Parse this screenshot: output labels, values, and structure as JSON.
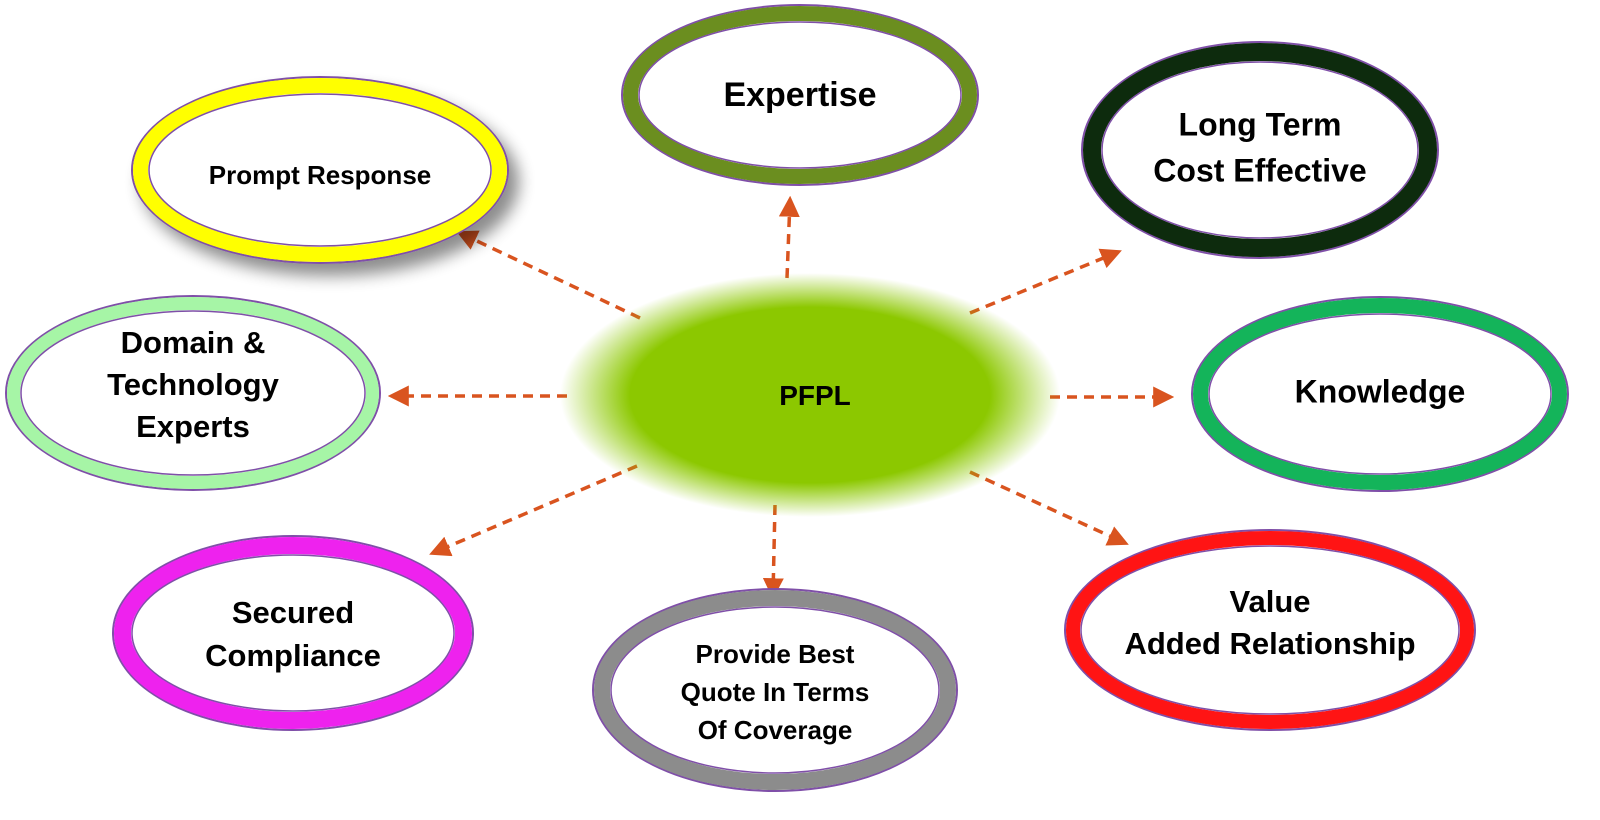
{
  "hub": {
    "label": "PFPL",
    "color": "#8cc800"
  },
  "arrow_color": "#d9541f",
  "nodes": [
    {
      "id": "expertise",
      "lines": [
        "Expertise"
      ],
      "ring_color": "#6b8e1f"
    },
    {
      "id": "long-term-cost-effective",
      "lines": [
        "Long Term",
        "Cost Effective"
      ],
      "ring_color": "#0d2b0d"
    },
    {
      "id": "knowledge",
      "lines": [
        "Knowledge"
      ],
      "ring_color": "#14b45a"
    },
    {
      "id": "value-added-relationship",
      "lines": [
        "Value",
        "Added Relationship"
      ],
      "ring_color": "#ff1414"
    },
    {
      "id": "provide-best-quote",
      "lines": [
        "Provide Best",
        "Quote In Terms",
        "Of Coverage"
      ],
      "ring_color": "#8c8c8c"
    },
    {
      "id": "secured-compliance",
      "lines": [
        "Secured",
        "Compliance"
      ],
      "ring_color": "#ee22ee"
    },
    {
      "id": "domain-technology-experts",
      "lines": [
        "Domain &",
        "Technology",
        "Experts"
      ],
      "ring_color": "#a6f5a6"
    },
    {
      "id": "prompt-response",
      "lines": [
        "Prompt Response"
      ],
      "ring_color": "#ffff00"
    }
  ]
}
